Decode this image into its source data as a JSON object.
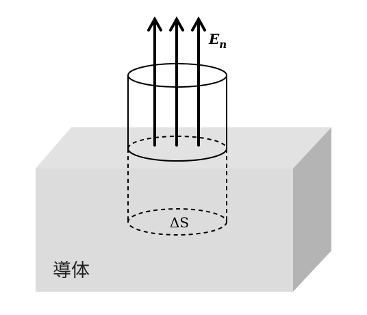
{
  "labels": {
    "field": "E",
    "field_sub": "n",
    "area": "ΔS",
    "conductor": "導体"
  },
  "colors": {
    "block_front": "#dcdcdc",
    "block_top": "#e2e2e2",
    "block_side": "#b4b4b4",
    "stroke": "#000000"
  }
}
